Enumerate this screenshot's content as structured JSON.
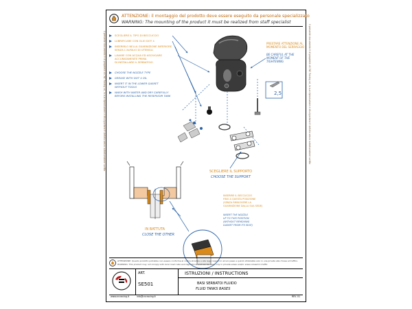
{
  "header": {
    "warning_it": "ATTENZIONE: il montaggio del prodotto deve essere eseguito da personale specializzato",
    "warning_en": "WARNING: The mounting of the product it must be realized from staff specialist"
  },
  "instructions_it": [
    "SCEGLIERE IL TIPO DI BECCUCCIO",
    "LUBRIFICARE CON OLIO DOT 4",
    "INSERIRLO NELLA GUARNIZIONE INFERIORE",
    "SENZA L'AUSILIO DI UTENSILI",
    "LAVARE CON ACQUA ED ASCIUGARE",
    "ACCURATAMENTE PRIMA",
    "DI INSTALLARE IL SERBATOIO"
  ],
  "instructions_en": [
    "CHOOSE THE NOZZLE TYPE",
    "GREASE WITH DOT 4 OIL",
    "INSERT IT IN THE LOWER GASKET",
    "WITHOUT TOOLS",
    "WASH WITH WATER AND DRY CAREFULLY",
    "BEFORE INSTALLING THE RESERVOIR TANK"
  ],
  "tightening_note": {
    "it_1": "PRESTARE ATTENZIONE AL",
    "it_2": "MOMENTO DEL SERRAGGIO",
    "en_1": "BE CAREFUL AT THE",
    "en_2": "MOMENT OF THE TIGHTENING"
  },
  "torque_value": "2,5",
  "support_label": {
    "it": "SCEGLIERE IL SUPPORTO",
    "en": "CHOOSE THE SUPPORT"
  },
  "nozzle_note": {
    "it_1": "INSERIRE IL BECCUCCIO",
    "it_2": "FINO A QUESTA POSIZIONE",
    "it_3": "(SENZA RIMUOVERE LA",
    "it_4": "GUARNIZIONE DALLA SUA SEDE)",
    "en_1": "INSERT THE NOZZLE",
    "en_2": "UP TO THIS POSITION",
    "en_3": "(WITHOUT REMOVING",
    "en_4": "GASKET FROM ITS SEAT)"
  },
  "battuta_label": {
    "it": "IN BATTUTA",
    "en": "CLOSE THE OTHER"
  },
  "footer_warning": {
    "it": "ATTENZIONE: Questo prodotto potrebbe non essere conforme al codice stradale e alle leggi vigenti in alcuni paesi e quindi utilizzabile solo in una privata alla chiusa al traffico.",
    "en": "WARNING: This product may not comply with local road rules and regulations and can be used only in private areas and/or areas closed to traffic."
  },
  "title_block": {
    "art_label": "ART.",
    "code": "SE501",
    "title": "ISTRUZIONI / INSTRUCTIONS",
    "desc_it": "BASI SERBATOI FLUIDO",
    "desc_en": "FLUID TANKS BASES",
    "website": "www.cncracing.it",
    "email": "info@cncracing.it",
    "rev": "REV. 01"
  },
  "side_text": "Il presente documento è di proprietà di CNC Racing srl, la sua riproduzione e divulgazione è vietata senza autorizzazione scritta"
}
